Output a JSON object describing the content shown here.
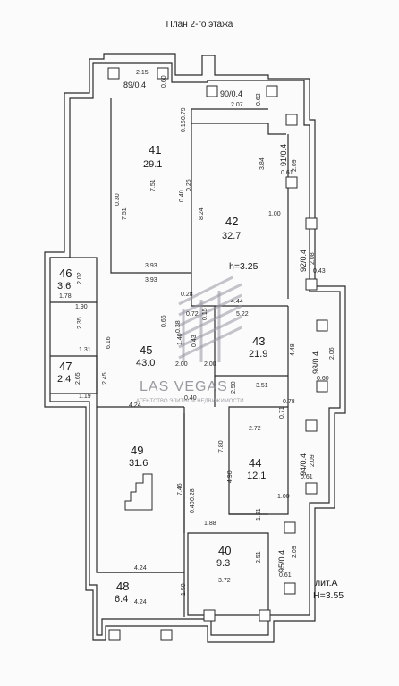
{
  "title": "План 2-го этажа",
  "watermark": {
    "brand": "LAS VEGAS",
    "tagline": "АГЕНТСТВО ЭЛИТНОЙ НЕДВИЖИМОСТИ"
  },
  "rooms": {
    "r41": {
      "number": "41",
      "area": "29.1"
    },
    "r42": {
      "number": "42",
      "area": "32.7"
    },
    "r43": {
      "number": "43",
      "area": "21.9"
    },
    "r44": {
      "number": "44",
      "area": "12.1"
    },
    "r45": {
      "number": "45",
      "area": "43.0"
    },
    "r46": {
      "number": "46",
      "area": "3.6"
    },
    "r47": {
      "number": "47",
      "area": "2.4"
    },
    "r48": {
      "number": "48",
      "area": "6.4"
    },
    "r49": {
      "number": "49",
      "area": "31.6"
    },
    "r40": {
      "number": "40",
      "area": "9.3"
    },
    "r89": "89/0.4",
    "r90": "90/0.4",
    "r91": "91/0.4",
    "r92": "92/0.4",
    "r93": "93/0.4",
    "r94": "94/0.4",
    "r95": "95/0.4"
  },
  "heights": {
    "main": "h=3.25",
    "lit": "лит.А",
    "total": "H=3.55"
  },
  "dimensions": {
    "d215": "2.15",
    "d2_07": "2.07",
    "d062": "0.62",
    "d060a": "0.60",
    "d079": "0.79",
    "d016": "0.16",
    "d751": "7.51",
    "d030": "0.30",
    "d751b": "7.51",
    "d040": "0.40",
    "d026": "0.26",
    "d824": "8.24",
    "d384": "3.84",
    "d061a": "0.61",
    "d209a": "2.09",
    "d100a": "1.00",
    "d208": "2.08",
    "d043": "0.43",
    "d393a": "3.93",
    "d393b": "3.93",
    "d202": "2.02",
    "d178": "1.78",
    "d190": "1.90",
    "d028": "0.28",
    "d444": "4.44",
    "d522": "5.22",
    "d066": "0.66",
    "d015": "0.15",
    "d072": "0.72",
    "d038": "0.38",
    "d140": "1.40",
    "d043b": "0.43",
    "d235": "2.35",
    "d616": "6.16",
    "d131": "1.31",
    "d448": "4.48",
    "d206": "2.06",
    "d200a": "2.00",
    "d200b": "2.00",
    "d265": "2.65",
    "d245": "2.45",
    "d119": "1.19",
    "d060b": "0.60",
    "d040b": "0.40",
    "d424a": "4.24",
    "d250": "2.50",
    "d351": "3.51",
    "d078": "0.78",
    "d071": "0.71",
    "d272": "2.72",
    "d780": "7.80",
    "d490": "4.90",
    "d746": "7.46",
    "d028b": "0.28",
    "d040c": "0.40",
    "d188": "1.88",
    "d209b": "2.09",
    "d061b": "0.61",
    "d100b": "1.00",
    "d121": "1.21",
    "d424b": "4.24",
    "d251": "2.51",
    "d209c": "2.09",
    "d061c": "0.61",
    "d150": "1.50",
    "d372": "3.72",
    "d424c": "4.24"
  }
}
